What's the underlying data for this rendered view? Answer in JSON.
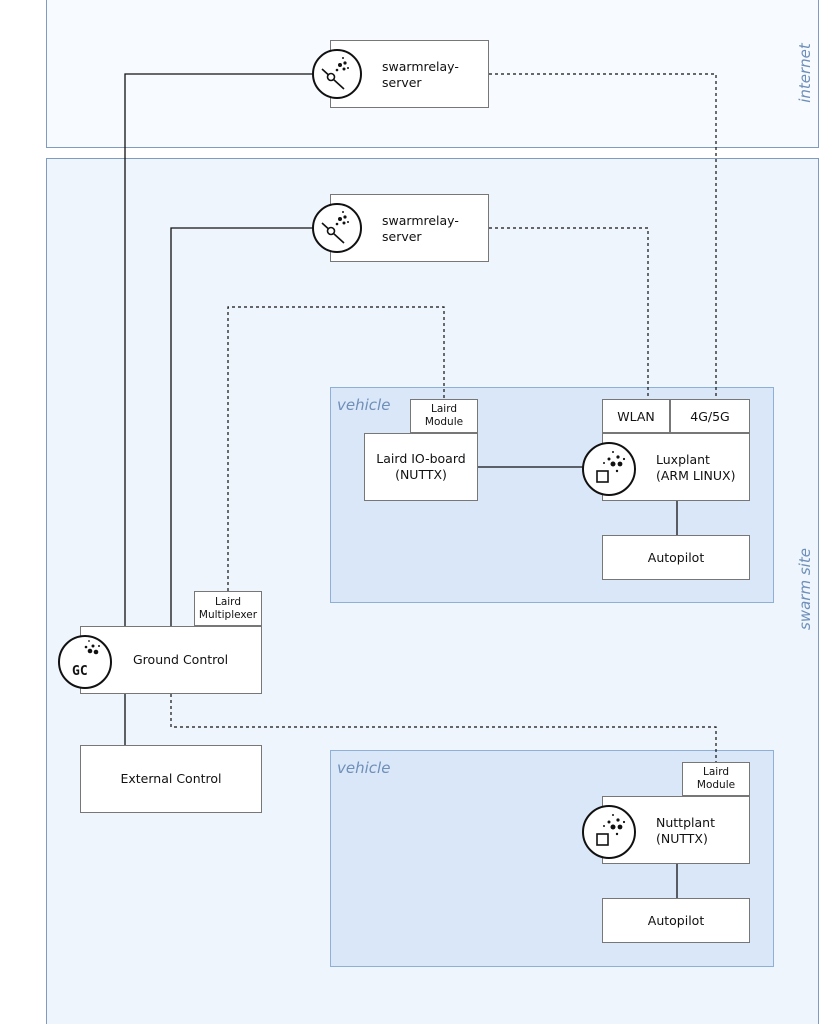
{
  "zones": {
    "internet": "internet",
    "site": "swarm site"
  },
  "relay_internet": {
    "line1": "swarmrelay-",
    "line2": "server"
  },
  "relay_local": {
    "line1": "swarmrelay-",
    "line2": "server"
  },
  "vehicle1": {
    "label": "vehicle",
    "laird_module": {
      "line1": "Laird",
      "line2": "Module"
    },
    "io_board": {
      "line1": "Laird IO-board",
      "line2": "(NUTTX)"
    },
    "wlan": "WLAN",
    "cellular": "4G/5G",
    "luxplant": {
      "line1": "Luxplant",
      "line2": "(ARM LINUX)"
    },
    "autopilot": "Autopilot"
  },
  "vehicle2": {
    "label": "vehicle",
    "laird_module": {
      "line1": "Laird",
      "line2": "Module"
    },
    "nuttplant": {
      "line1": "Nuttplant",
      "line2": "(NUTTX)"
    },
    "autopilot": "Autopilot"
  },
  "ground_control": {
    "label": "Ground Control",
    "icon_text": "GC",
    "multiplexer": {
      "line1": "Laird",
      "line2": "Multiplexer"
    }
  },
  "external_control": "External Control",
  "colors": {
    "zone_border": "#7f9cc0",
    "vehicle_fill": "#dae7f8",
    "site_fill": "#eef5fd"
  }
}
